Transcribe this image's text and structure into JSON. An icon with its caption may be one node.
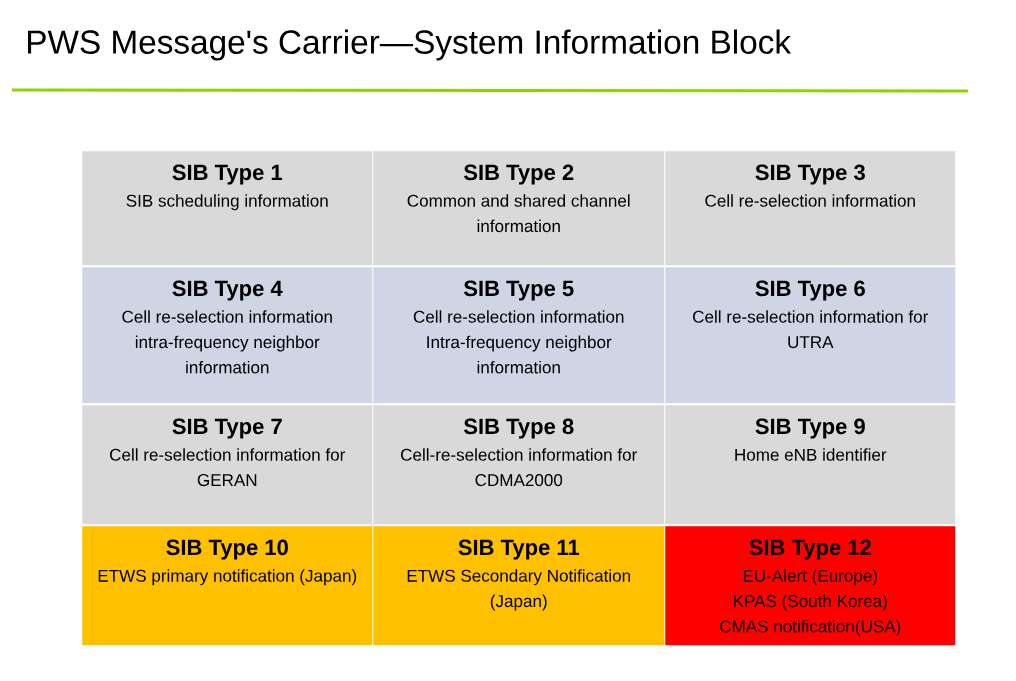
{
  "diagram": {
    "title": "PWS Message's Carrier—System Information Block",
    "nodes": [
      {
        "text": [
          "SIB Type 1",
          "SIB scheduling information"
        ]
      },
      {
        "text": [
          "SIB Type 2",
          "Common and shared channel information"
        ]
      },
      {
        "text": [
          "SIB Type 3",
          "Cell re-selection information"
        ]
      },
      {
        "text": [
          "SIB Type 4",
          "Cell re-selection information intra-frequency neighbor information"
        ]
      },
      {
        "text": [
          "SIB Type 5",
          "Cell re-selection information Intra-frequency neighbor information"
        ]
      },
      {
        "text": [
          "SIB Type 6",
          "Cell re-selection information for UTRA"
        ]
      },
      {
        "text": [
          "SIB Type 7",
          "Cell re-selection information for GERAN"
        ]
      },
      {
        "text": [
          "SIB Type 8",
          "Cell-re-selection information for CDMA2000"
        ]
      },
      {
        "text": [
          "SIB Type 9",
          "Home eNB identifier"
        ]
      },
      {
        "text": [
          "SIB Type 10",
          "ETWS primary notification (Japan)"
        ]
      },
      {
        "text": [
          "SIB Type 11",
          "ETWS Secondary Notification (Japan)"
        ]
      },
      {
        "text": [
          "SIB Type 12",
          "EU-Alert (Europe)",
          "KPAS (South Korea)",
          "CMAS notification(USA)"
        ]
      }
    ]
  }
}
